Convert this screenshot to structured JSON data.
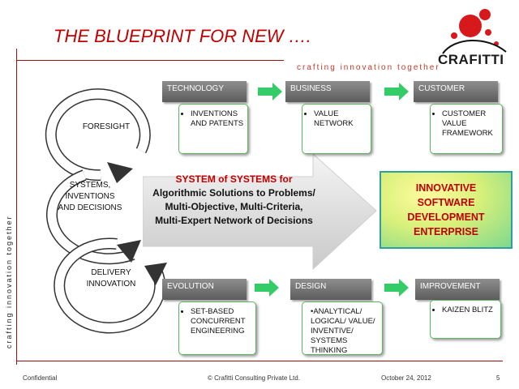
{
  "header": {
    "title": "THE BLUEPRINT FOR NEW ….",
    "tagline": "crafting innovation together",
    "brand": "CRAFITTI"
  },
  "side_tagline": "crafting innovation together",
  "cycle": {
    "stage1": "FORESIGHT",
    "stage2": "SYSTEMS,\nINVENTIONS\nAND DECISIONS",
    "stage3": "DELIVERY\nINNOVATION"
  },
  "top_row": [
    {
      "header": "TECHNOLOGY",
      "bullet": "INVENTIONS AND PATENTS"
    },
    {
      "header": "BUSINESS",
      "bullet": "VALUE NETWORK"
    },
    {
      "header": "CUSTOMER",
      "bullet": "CUSTOMER VALUE FRAMEWORK"
    }
  ],
  "bottom_row": [
    {
      "header": "EVOLUTION",
      "bullet": "SET-BASED CONCURRENT ENGINEERING"
    },
    {
      "header": "DESIGN",
      "bullet": "ANALYTICAL/ LOGICAL/ VALUE/ INVENTIVE/ SYSTEMS THINKING"
    },
    {
      "header": "IMPROVEMENT",
      "bullet": "KAIZEN BLITZ"
    }
  ],
  "center": {
    "title": "SYSTEM of SYSTEMS for",
    "line1": "Algorithmic Solutions to Problems/",
    "line2": "Multi-Objective, Multi-Criteria,",
    "line3": "Multi-Expert Network of Decisions"
  },
  "outcome": {
    "line1": "INNOVATIVE",
    "line2": "SOFTWARE",
    "line3": "DEVELOPMENT",
    "line4": "ENTERPRISE"
  },
  "footer": {
    "left": "Confidential",
    "center": "© Crafitti Consulting Private Ltd.",
    "date": "October 24, 2012",
    "page": "5"
  },
  "colors": {
    "accent_red": "#c00000",
    "card_border": "#5cb85c",
    "arrow_green": "#33cc66"
  }
}
